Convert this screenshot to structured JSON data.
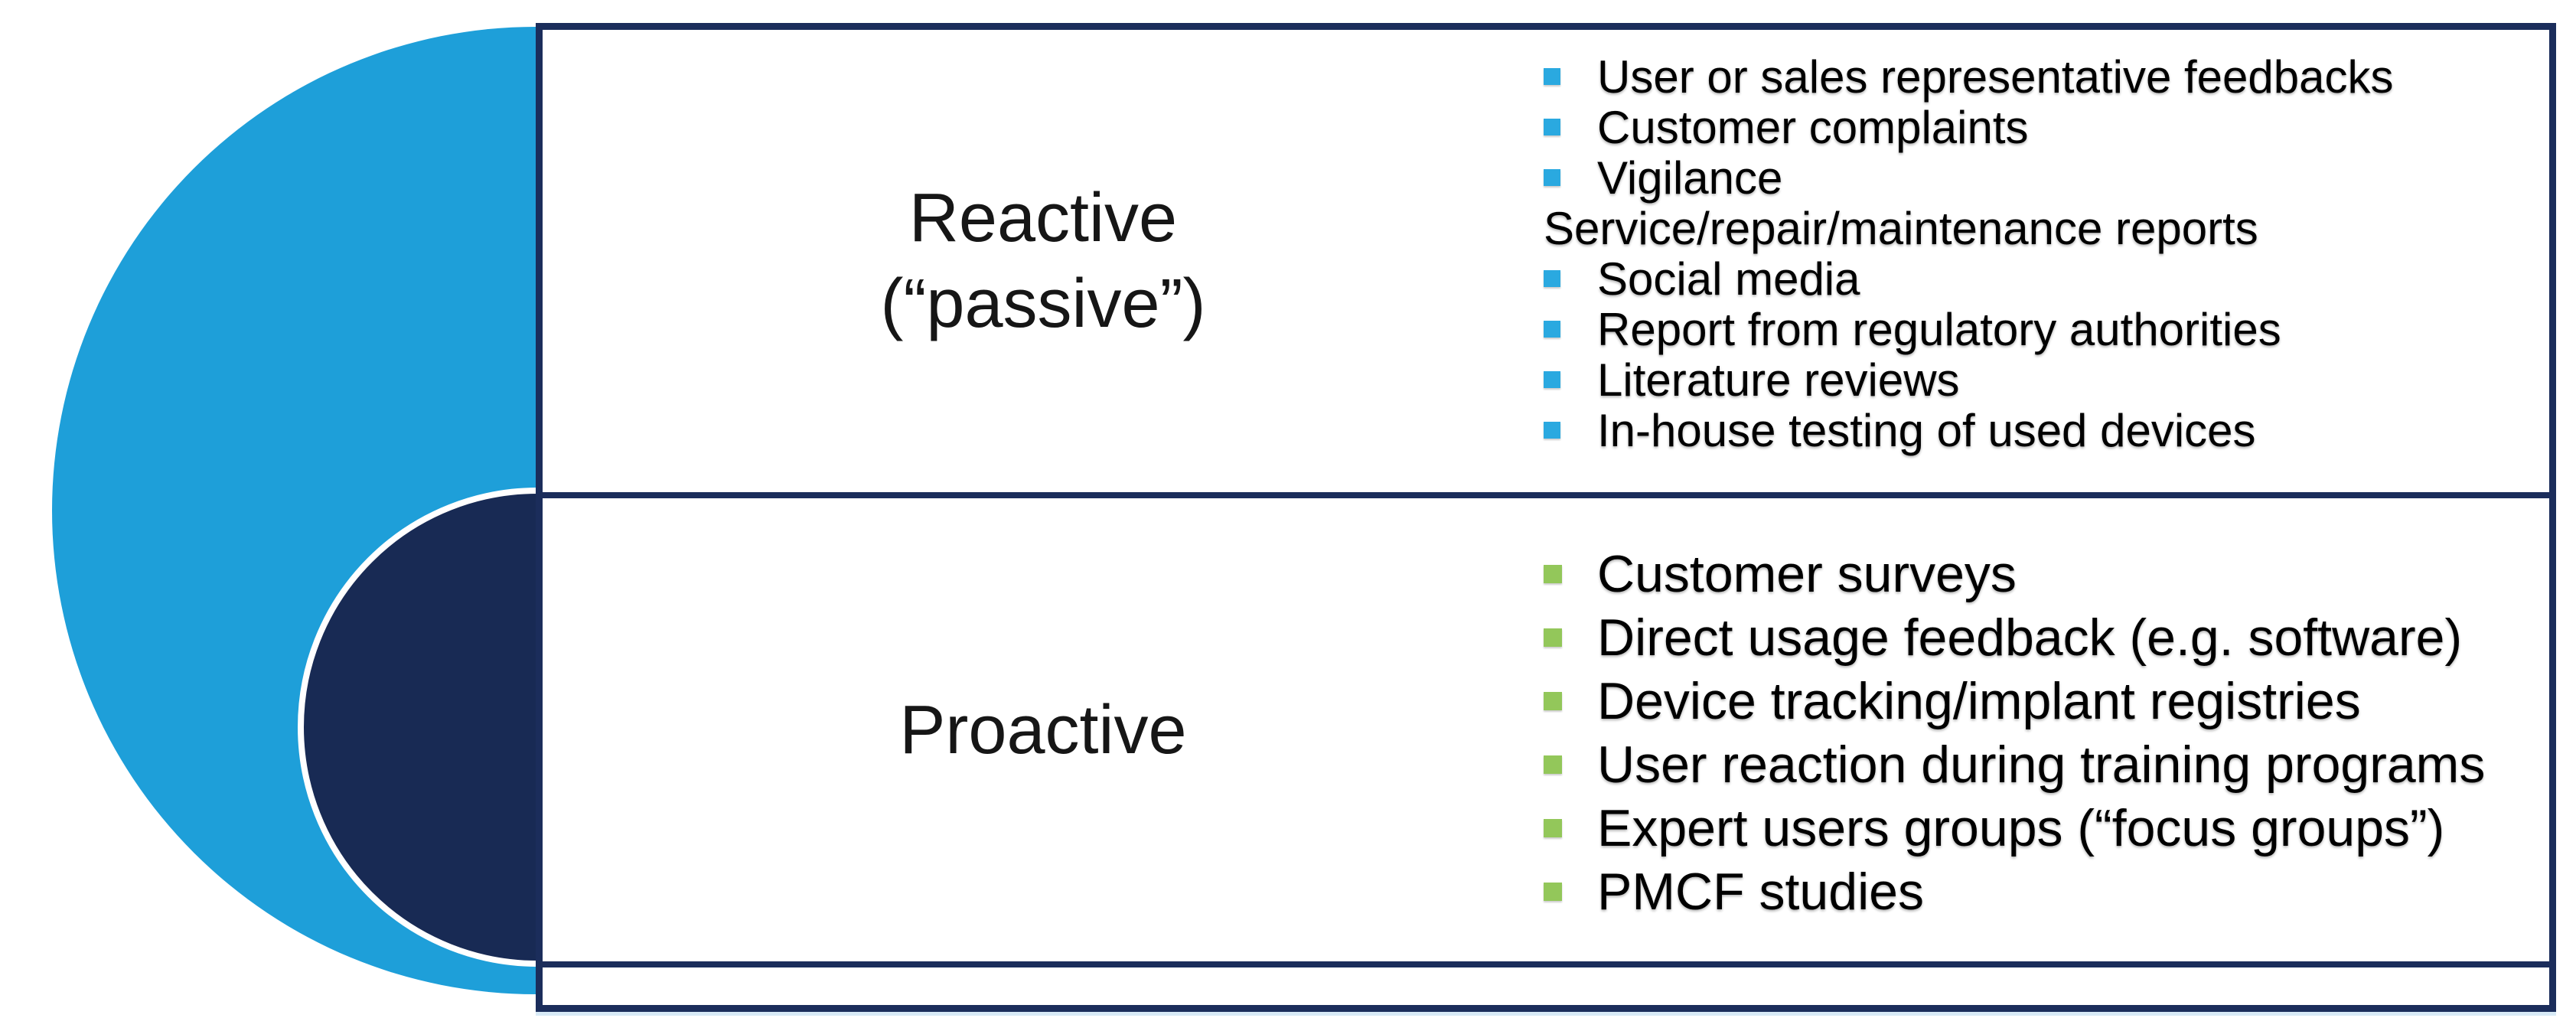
{
  "sections": [
    {
      "label_lines": [
        "Reactive",
        "(“passive”)"
      ],
      "bullet_color": "#2AA9E0",
      "items": [
        {
          "text": "User or sales representative feedbacks",
          "bulleted": true
        },
        {
          "text": "Customer complaints",
          "bulleted": true
        },
        {
          "text": "Vigilance",
          "bulleted": true
        },
        {
          "text": "Service/repair/maintenance reports",
          "bulleted": false
        },
        {
          "text": "Social media",
          "bulleted": true
        },
        {
          "text": "Report from regulatory authorities",
          "bulleted": true
        },
        {
          "text": "Literature reviews",
          "bulleted": true
        },
        {
          "text": "In-house testing of used devices",
          "bulleted": true
        }
      ]
    },
    {
      "label_lines": [
        "Proactive"
      ],
      "bullet_color": "#93C75A",
      "items": [
        {
          "text": "Customer surveys",
          "bulleted": true
        },
        {
          "text": "Direct usage feedback (e.g. software)",
          "bulleted": true
        },
        {
          "text": "Device tracking/implant registries",
          "bulleted": true
        },
        {
          "text": "User reaction during training programs",
          "bulleted": true
        },
        {
          "text": "Expert users groups (“focus groups”)",
          "bulleted": true
        },
        {
          "text": "PMCF studies",
          "bulleted": true
        }
      ]
    },
    {
      "label_lines": [],
      "items": []
    }
  ],
  "colors": {
    "light_blue_circle": "#1E9FD9",
    "dark_navy_circle": "#182A54",
    "panel_border": "#1B2D5B",
    "reactive_bullet": "#2AA9E0",
    "proactive_bullet": "#93C75A",
    "text": "#000000",
    "bottom_edge_tint": "#D8EAF6"
  }
}
